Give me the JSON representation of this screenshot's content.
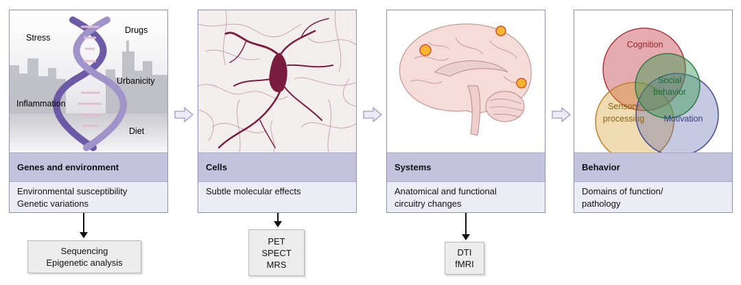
{
  "panels": [
    {
      "title": "Genes and environment",
      "desc": [
        "Environmental susceptibility",
        "Genetic variations"
      ],
      "labels": {
        "stress": "Stress",
        "drugs": "Drugs",
        "urbanicity": "Urbanicity",
        "inflammation": "Inflammation",
        "diet": "Diet"
      }
    },
    {
      "title": "Cells",
      "desc": [
        "Subtle molecular effects"
      ]
    },
    {
      "title": "Systems",
      "desc": [
        "Anatomical and functional",
        "circuitry changes"
      ]
    },
    {
      "title": "Behavior",
      "desc": [
        "Domains of function/",
        "pathology"
      ],
      "circles": {
        "cognition": "Cognition",
        "social_1": "Social",
        "social_2": "behavior",
        "sensory_1": "Sensory",
        "sensory_2": "processing",
        "motivation": "Motivation"
      }
    }
  ],
  "tools": [
    [
      "Sequencing",
      "Epigenetic analysis"
    ],
    [
      "PET",
      "SPECT",
      "MRS"
    ],
    [
      "DTI",
      "fMRI"
    ]
  ],
  "colors": {
    "panel_border": "#8e8fb6",
    "title_bar": "#c3c3de",
    "desc_bg": "#ececf4",
    "neuron": "#7a1c3e",
    "cognition": "#c8444c",
    "social": "#3a9a55",
    "sensory": "#d9a53a",
    "motivation": "#5a63ad"
  },
  "icons": [
    "dna-helix-icon",
    "city-skyline-icon",
    "neuron-icon",
    "brain-icon",
    "activation-spot-icon",
    "flow-arrow-icon"
  ]
}
